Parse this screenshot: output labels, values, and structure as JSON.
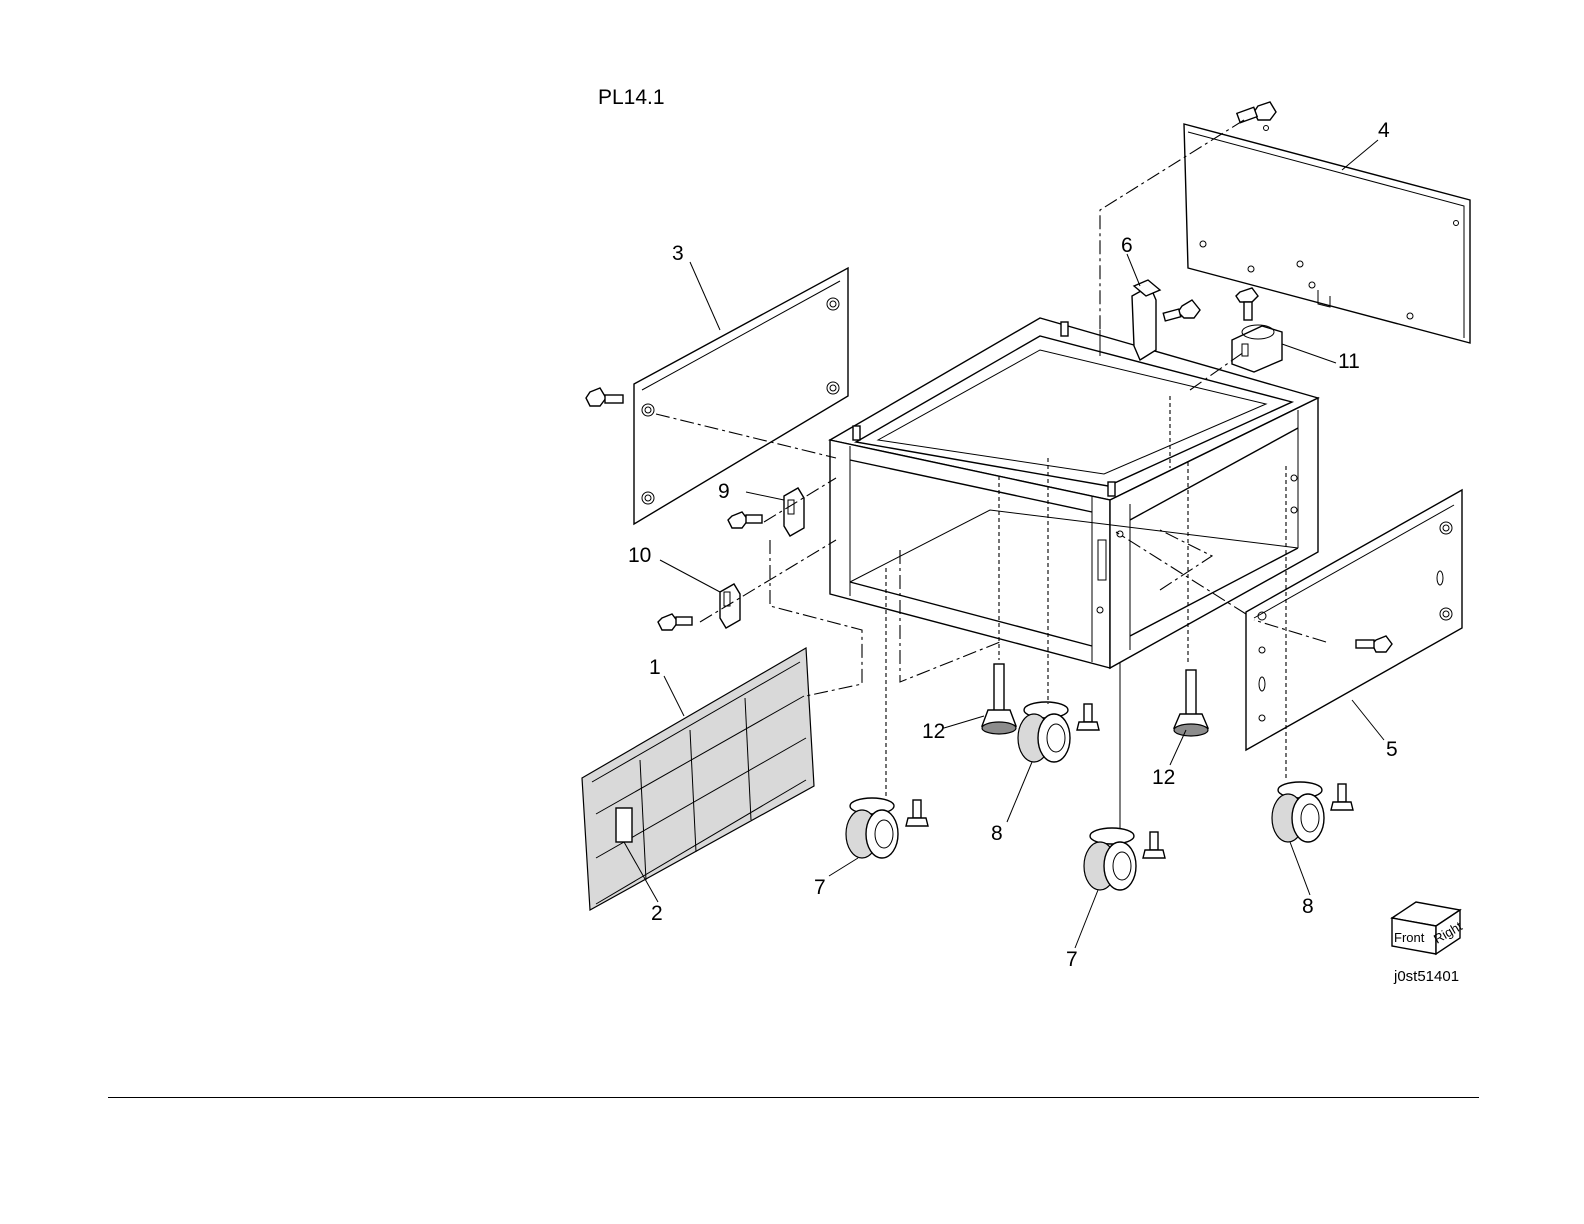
{
  "page_label": "PL14.1",
  "diagram_id": "j0st51401",
  "orientation_cube": {
    "front": "Front",
    "right": "Right"
  },
  "callouts": {
    "c1": "1",
    "c2": "2",
    "c3": "3",
    "c4": "4",
    "c5": "5",
    "c6": "6",
    "c7a": "7",
    "c7b": "7",
    "c8a": "8",
    "c8b": "8",
    "c9": "9",
    "c10": "10",
    "c11": "11",
    "c12a": "12",
    "c12b": "12"
  }
}
